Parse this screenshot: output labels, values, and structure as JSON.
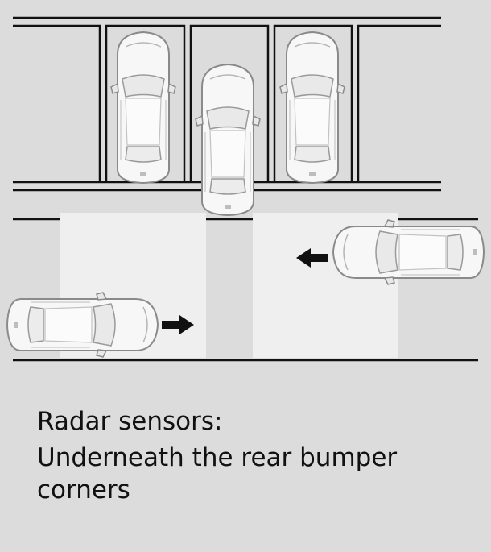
{
  "caption": {
    "title": "Radar sensors:",
    "body": "Underneath the rear bumper corners"
  },
  "colors": {
    "background": "#dcdcdc",
    "detection_zone": "#efefef",
    "lines": "#111111",
    "arrow": "#111111",
    "car_body": "#f7f7f7",
    "car_outline": "#8a8a8a"
  },
  "icons": [
    "parked-car",
    "reversing-car",
    "approaching-car",
    "direction-arrow"
  ]
}
